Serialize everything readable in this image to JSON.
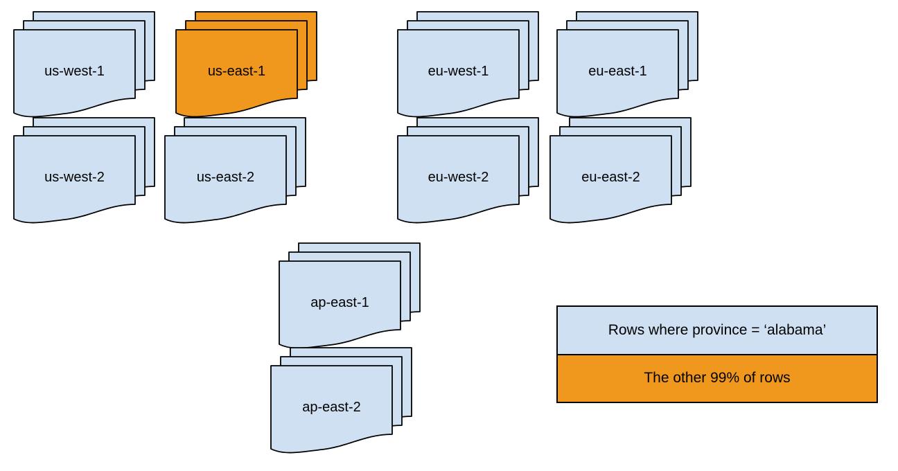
{
  "diagram": {
    "type": "document-stacks-diagram",
    "background": "#ffffff",
    "colors": {
      "region_fill": "#cfe0f2",
      "highlight_fill": "#f0971e",
      "stroke": "#000000",
      "text": "#000000"
    },
    "stacks": [
      {
        "label": "us-west-1",
        "highlighted": false
      },
      {
        "label": "us-east-1",
        "highlighted": true
      },
      {
        "label": "eu-west-1",
        "highlighted": false
      },
      {
        "label": "eu-east-1",
        "highlighted": false
      },
      {
        "label": "us-west-2",
        "highlighted": false
      },
      {
        "label": "us-east-2",
        "highlighted": false
      },
      {
        "label": "eu-west-2",
        "highlighted": false
      },
      {
        "label": "eu-east-2",
        "highlighted": false
      },
      {
        "label": "ap-east-1",
        "highlighted": false
      },
      {
        "label": "ap-east-2",
        "highlighted": false
      }
    ],
    "legend": {
      "items": [
        {
          "label": "Rows where province = ‘alabama’",
          "color": "#cfe0f2"
        },
        {
          "label": "The other 99% of rows",
          "color": "#f0971e"
        }
      ]
    }
  }
}
